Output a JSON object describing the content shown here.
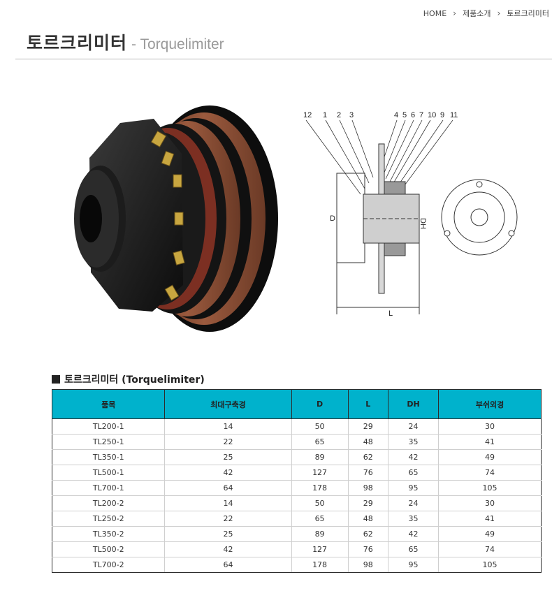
{
  "breadcrumb": {
    "home": "HOME",
    "category": "제품소개",
    "current": "토르크리미터"
  },
  "title": {
    "korean": "토르크리미터",
    "english": "- Torquelimiter"
  },
  "drawing_labels": [
    "12",
    "1",
    "2",
    "3",
    "4",
    "5",
    "6",
    "7",
    "10",
    "9",
    "11",
    "D",
    "DH",
    "L"
  ],
  "section_title": "토르크리미터 (Torquelimiter)",
  "table": {
    "headers": [
      "품목",
      "최대구축경",
      "D",
      "L",
      "DH",
      "부쉬외경"
    ],
    "rows": [
      [
        "TL200-1",
        "14",
        "50",
        "29",
        "24",
        "30"
      ],
      [
        "TL250-1",
        "22",
        "65",
        "48",
        "35",
        "41"
      ],
      [
        "TL350-1",
        "25",
        "89",
        "62",
        "42",
        "49"
      ],
      [
        "TL500-1",
        "42",
        "127",
        "76",
        "65",
        "74"
      ],
      [
        "TL700-1",
        "64",
        "178",
        "98",
        "95",
        "105"
      ],
      [
        "TL200-2",
        "14",
        "50",
        "29",
        "24",
        "30"
      ],
      [
        "TL250-2",
        "22",
        "65",
        "48",
        "35",
        "41"
      ],
      [
        "TL350-2",
        "25",
        "89",
        "62",
        "42",
        "49"
      ],
      [
        "TL500-2",
        "42",
        "127",
        "76",
        "65",
        "74"
      ],
      [
        "TL700-2",
        "64",
        "178",
        "98",
        "95",
        "105"
      ]
    ]
  },
  "colors": {
    "header_bg": "#00b2cc",
    "rule": "#b8b8b8"
  }
}
